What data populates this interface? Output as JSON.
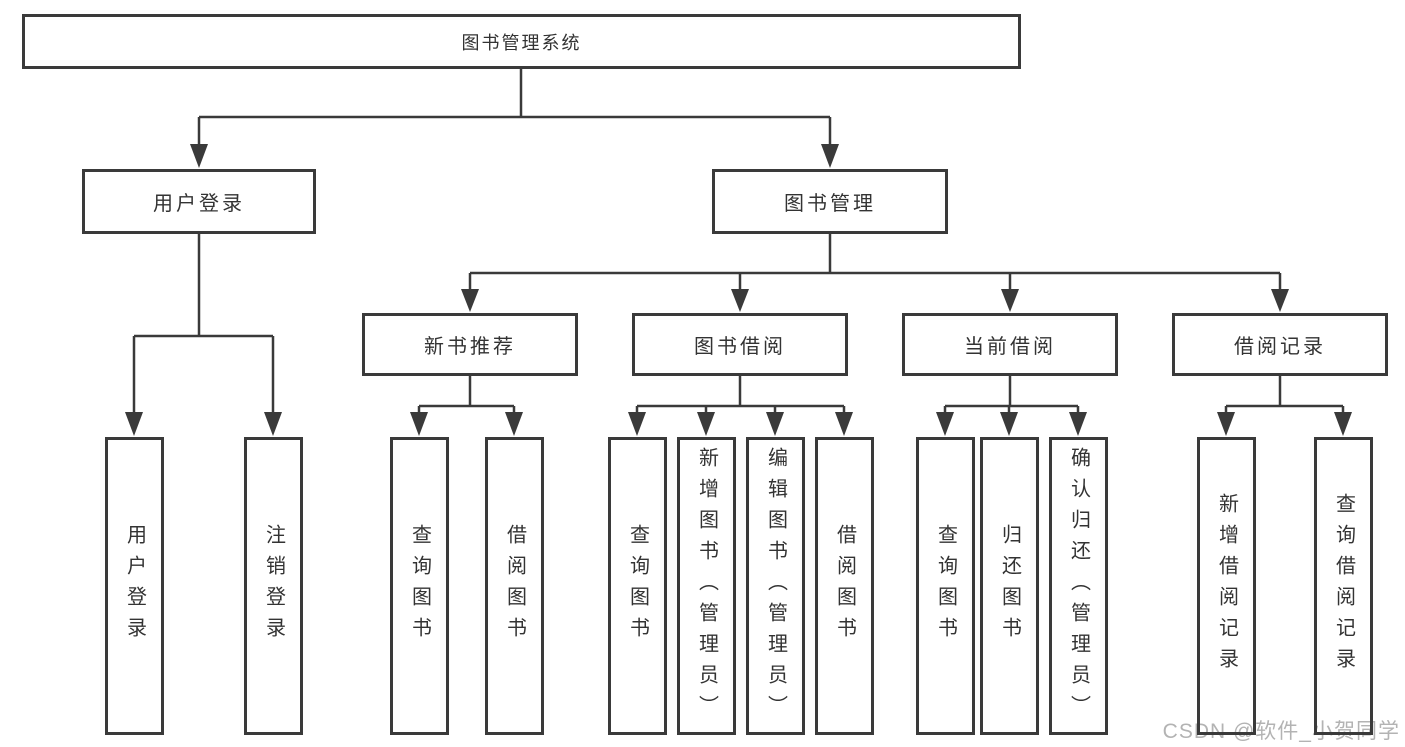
{
  "tree": {
    "root": "图书管理系统",
    "branches": [
      {
        "label": "用户登录",
        "children": [
          "用户登录",
          "注销登录"
        ]
      },
      {
        "label": "图书管理",
        "groups": [
          {
            "label": "新书推荐",
            "children": [
              "查询图书",
              "借阅图书"
            ]
          },
          {
            "label": "图书借阅",
            "children": [
              "查询图书",
              "新增图书（管理员）",
              "编辑图书（管理员）",
              "借阅图书"
            ]
          },
          {
            "label": "当前借阅",
            "children": [
              "查询图书",
              "归还图书",
              "确认归还（管理员）"
            ]
          },
          {
            "label": "借阅记录",
            "children": [
              "新增借阅记录",
              "查询借阅记录"
            ]
          }
        ]
      }
    ]
  },
  "watermark": {
    "text": "CSDN @软件_小贺同学"
  },
  "colors": {
    "line": "#3a3a3a",
    "text": "#333333",
    "watermark": "#b3b3b3",
    "background": "#ffffff"
  }
}
